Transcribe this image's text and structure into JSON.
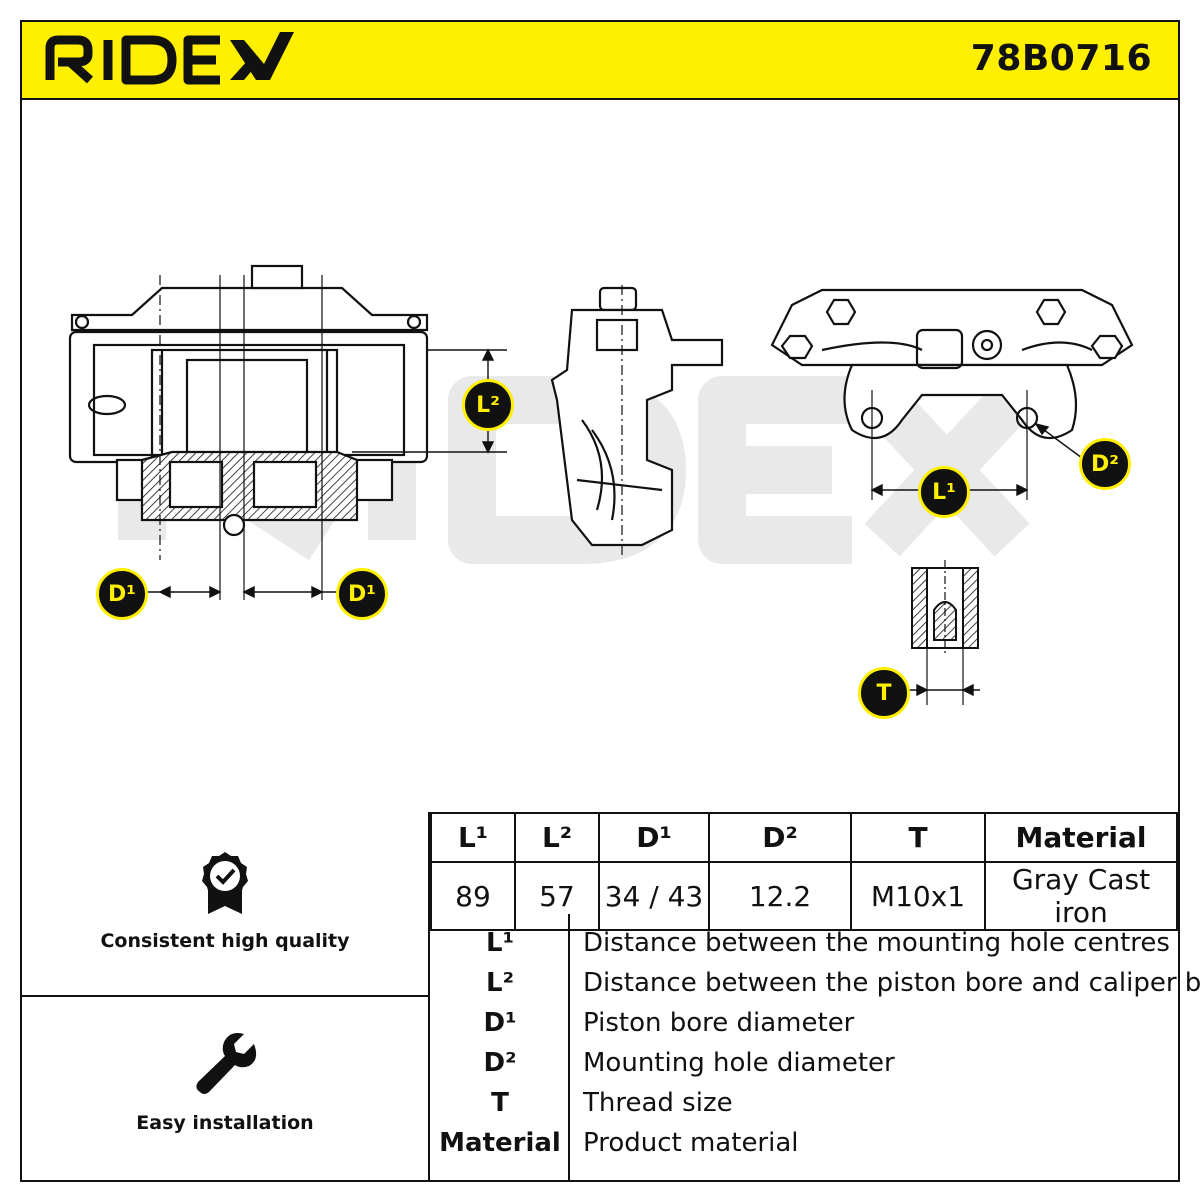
{
  "header": {
    "brand": "RIDEX",
    "part_number": "78B0716"
  },
  "drawing": {
    "watermark": "RIDEX",
    "labels": {
      "l1": "L¹",
      "l2": "L²",
      "d1": "D¹",
      "d2": "D²",
      "t": "T"
    }
  },
  "features": [
    {
      "label": "Consistent high quality",
      "icon": "quality-badge-icon"
    },
    {
      "label": "Easy installation",
      "icon": "wrench-icon"
    }
  ],
  "specs": {
    "headers": [
      "L¹",
      "L²",
      "D¹",
      "D²",
      "T",
      "Material"
    ],
    "values": [
      "89",
      "57",
      "34 / 43",
      "12.2",
      "M10x1",
      "Gray Cast iron"
    ]
  },
  "legend": [
    {
      "symbol": "L¹",
      "text": "Distance between the mounting hole centres"
    },
    {
      "symbol": "L²",
      "text": "Distance between the piston bore and caliper body"
    },
    {
      "symbol": "D¹",
      "text": "Piston bore diameter"
    },
    {
      "symbol": "D²",
      "text": "Mounting hole diameter"
    },
    {
      "symbol": "T",
      "text": "Thread size"
    },
    {
      "symbol": "Material",
      "text": "Product material"
    }
  ],
  "colors": {
    "accent": "#ffef00",
    "ink": "#111111",
    "watermark": "#e6e6e6"
  }
}
